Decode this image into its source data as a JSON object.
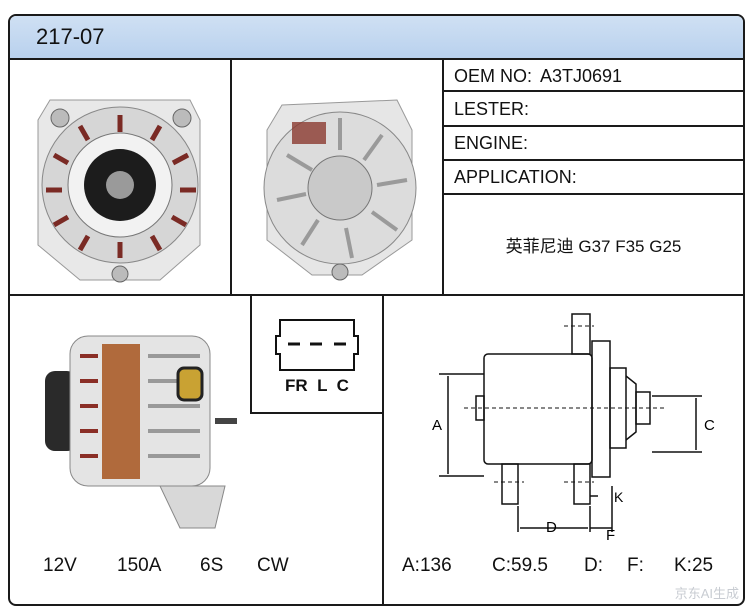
{
  "header": {
    "title": "217-07"
  },
  "specs": {
    "oem_label": "OEM NO:",
    "oem_value": "A3TJ0691",
    "lester_label": "LESTER:",
    "lester_value": "",
    "engine_label": "ENGINE:",
    "engine_value": "",
    "application_label": "APPLICATION:",
    "application_value": "英菲尼迪 G37 F35 G25"
  },
  "connector": {
    "pins": "FR  L  C"
  },
  "electrical": {
    "voltage": "12V",
    "amperage": "150A",
    "pulley": "6S",
    "rotation": "CW"
  },
  "dimensions": {
    "label_a": "A",
    "label_c": "C",
    "label_d": "D",
    "label_f": "F",
    "label_k": "K",
    "a_value": "A:136",
    "c_value": "C:59.5",
    "d_value": "D:",
    "f_value": "F:",
    "k_value": "K:25"
  },
  "watermark": "京东AI生成",
  "colors": {
    "header_bg": "#c3d8f0",
    "border": "#1a1a1a"
  }
}
